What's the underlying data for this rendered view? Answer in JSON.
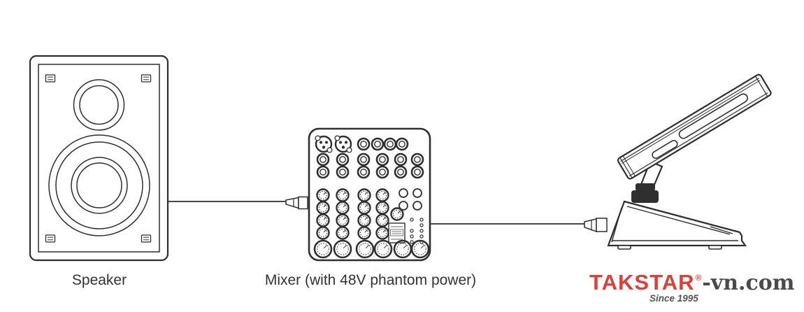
{
  "diagram": {
    "type": "audio-connection-diagram",
    "nodes": [
      {
        "id": "speaker",
        "label": "Speaker"
      },
      {
        "id": "mixer",
        "label": "Mixer (with 48V phantom power)"
      },
      {
        "id": "microphone",
        "label": ""
      }
    ],
    "connections": [
      {
        "from": "speaker",
        "to": "mixer"
      },
      {
        "from": "mixer",
        "to": "microphone"
      }
    ]
  },
  "logo": {
    "brand": "TAKSTAR",
    "registered_mark": "®",
    "suffix": "-vn.com",
    "tagline": "Since 1995"
  },
  "colors": {
    "line": "#2f2f2f",
    "brand_red": "#d8423a",
    "logo_gray": "#4a4a4a",
    "label_text": "#333333",
    "background": "#ffffff"
  }
}
